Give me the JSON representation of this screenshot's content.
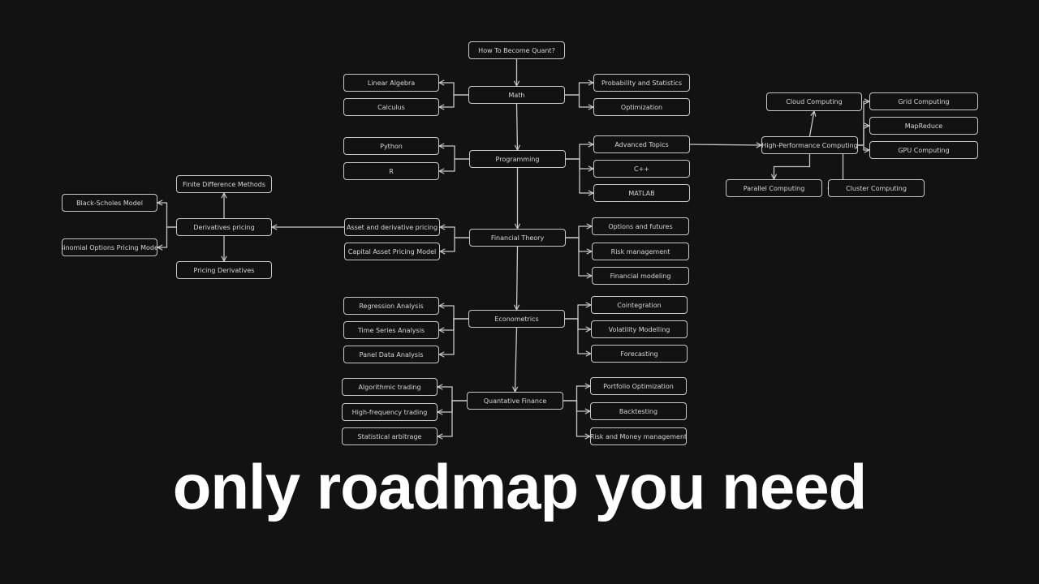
{
  "diagram": {
    "nodes": [
      {
        "id": "root",
        "label": "How To Become Quant?"
      },
      {
        "id": "math",
        "label": "Math"
      },
      {
        "id": "linalg",
        "label": "Linear Algebra"
      },
      {
        "id": "calculus",
        "label": "Calculus"
      },
      {
        "id": "prob",
        "label": "Probability and Statistics"
      },
      {
        "id": "optim",
        "label": "Optimization"
      },
      {
        "id": "programming",
        "label": "Programming"
      },
      {
        "id": "python",
        "label": "Python"
      },
      {
        "id": "r",
        "label": "R"
      },
      {
        "id": "adv",
        "label": "Advanced Topics"
      },
      {
        "id": "cpp",
        "label": "C++"
      },
      {
        "id": "matlab",
        "label": "MATLAB"
      },
      {
        "id": "hpc",
        "label": "High-Performance Computing"
      },
      {
        "id": "cloud",
        "label": "Cloud Computing"
      },
      {
        "id": "grid",
        "label": "Grid Computing"
      },
      {
        "id": "mapreduce",
        "label": "MapReduce"
      },
      {
        "id": "gpu",
        "label": "GPU Computing"
      },
      {
        "id": "parallel",
        "label": "Parallel Computing"
      },
      {
        "id": "cluster",
        "label": "Cluster Computing"
      },
      {
        "id": "fintheory",
        "label": "Financial Theory"
      },
      {
        "id": "asset",
        "label": "Asset and derivative pricing"
      },
      {
        "id": "capm",
        "label": "Capital Asset Pricing Model"
      },
      {
        "id": "options",
        "label": "Options and futures"
      },
      {
        "id": "risk",
        "label": "Risk management"
      },
      {
        "id": "finmodel",
        "label": "Financial modeling"
      },
      {
        "id": "derivpricing",
        "label": "Derivatives pricing"
      },
      {
        "id": "finitediff",
        "label": "Finite Difference Methods"
      },
      {
        "id": "pricingderiv",
        "label": "Pricing Derivatives"
      },
      {
        "id": "blackscholes",
        "label": "Black-Scholes Model"
      },
      {
        "id": "binomial",
        "label": "Binomial Options Pricing Model"
      },
      {
        "id": "econ",
        "label": "Econometrics"
      },
      {
        "id": "regression",
        "label": "Regression Analysis"
      },
      {
        "id": "timeseries",
        "label": "Time Series Analysis"
      },
      {
        "id": "panel",
        "label": "Panel Data Analysis"
      },
      {
        "id": "coint",
        "label": "Cointegration"
      },
      {
        "id": "vol",
        "label": "Volatility Modelling"
      },
      {
        "id": "forecast",
        "label": "Forecasting"
      },
      {
        "id": "quantfin",
        "label": "Quantative Finance"
      },
      {
        "id": "algo",
        "label": "Algorithmic trading"
      },
      {
        "id": "hft",
        "label": "High-frequency trading"
      },
      {
        "id": "statarb",
        "label": "Statistical arbitrage"
      },
      {
        "id": "portfolio",
        "label": "Portfolio Optimization"
      },
      {
        "id": "backtest",
        "label": "Backtesting"
      },
      {
        "id": "riskmoney",
        "label": "Risk and Money management"
      }
    ],
    "edges": [
      [
        "root",
        "math"
      ],
      [
        "math",
        "linalg"
      ],
      [
        "math",
        "calculus"
      ],
      [
        "math",
        "prob"
      ],
      [
        "math",
        "optim"
      ],
      [
        "math",
        "programming"
      ],
      [
        "programming",
        "python"
      ],
      [
        "programming",
        "r"
      ],
      [
        "programming",
        "adv"
      ],
      [
        "programming",
        "cpp"
      ],
      [
        "programming",
        "matlab"
      ],
      [
        "adv",
        "hpc"
      ],
      [
        "hpc",
        "cloud"
      ],
      [
        "hpc",
        "grid"
      ],
      [
        "hpc",
        "mapreduce"
      ],
      [
        "hpc",
        "gpu"
      ],
      [
        "hpc",
        "parallel"
      ],
      [
        "hpc",
        "cluster"
      ],
      [
        "programming",
        "fintheory"
      ],
      [
        "fintheory",
        "asset"
      ],
      [
        "fintheory",
        "capm"
      ],
      [
        "fintheory",
        "options"
      ],
      [
        "fintheory",
        "risk"
      ],
      [
        "fintheory",
        "finmodel"
      ],
      [
        "asset",
        "derivpricing"
      ],
      [
        "derivpricing",
        "finitediff"
      ],
      [
        "derivpricing",
        "pricingderiv"
      ],
      [
        "derivpricing",
        "blackscholes"
      ],
      [
        "derivpricing",
        "binomial"
      ],
      [
        "fintheory",
        "econ"
      ],
      [
        "econ",
        "regression"
      ],
      [
        "econ",
        "timeseries"
      ],
      [
        "econ",
        "panel"
      ],
      [
        "econ",
        "coint"
      ],
      [
        "econ",
        "vol"
      ],
      [
        "econ",
        "forecast"
      ],
      [
        "econ",
        "quantfin"
      ],
      [
        "quantfin",
        "algo"
      ],
      [
        "quantfin",
        "hft"
      ],
      [
        "quantfin",
        "statarb"
      ],
      [
        "quantfin",
        "portfolio"
      ],
      [
        "quantfin",
        "backtest"
      ],
      [
        "quantfin",
        "riskmoney"
      ]
    ]
  },
  "caption": "only roadmap you need"
}
